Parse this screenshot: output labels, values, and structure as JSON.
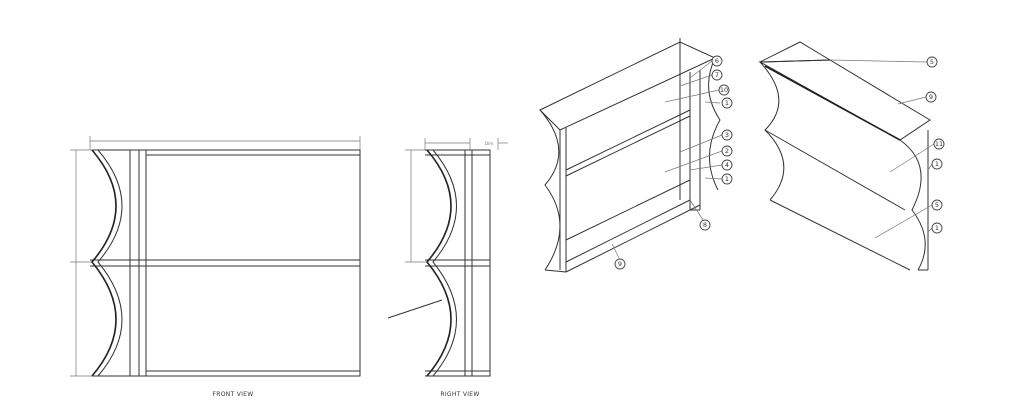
{
  "views": {
    "front_label": "FRONT VIEW",
    "right_label": "RIGHT VIEW",
    "right_dim_text": "Dim"
  },
  "balloons_left_iso": [
    "6",
    "7",
    "10",
    "1",
    "3",
    "2",
    "4",
    "1",
    "8",
    "9"
  ],
  "balloons_right_iso": [
    "5",
    "9",
    "11",
    "1",
    "5",
    "1"
  ]
}
